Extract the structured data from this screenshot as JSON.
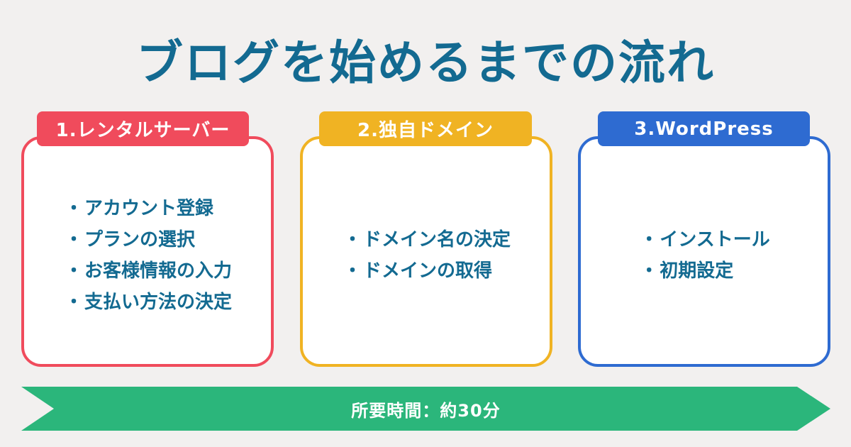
{
  "title": "ブログを始めるまでの流れ",
  "colors": {
    "background": "#F2F0EF",
    "title": "#136A91",
    "step1": "#F04B5C",
    "step2": "#F0B323",
    "step3": "#2E6BD1",
    "arrow": "#2BB67B",
    "item_text": "#136A91"
  },
  "steps": [
    {
      "label": "1.レンタルサーバー",
      "items": [
        "アカウント登録",
        "プランの選択",
        "お客様情報の入力",
        "支払い方法の決定"
      ]
    },
    {
      "label": "2.独自ドメイン",
      "items": [
        "ドメイン名の決定",
        "ドメインの取得"
      ]
    },
    {
      "label": "3.WordPress",
      "items": [
        "インストール",
        "初期設定"
      ]
    }
  ],
  "bullet": "・",
  "timeline": {
    "label": "所要時間：約30分"
  }
}
